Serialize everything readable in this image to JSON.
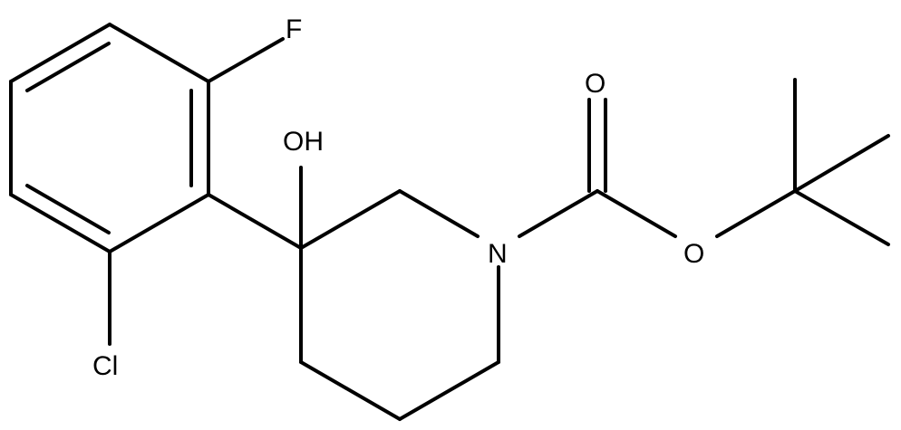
{
  "atoms": {
    "fluorine": "F",
    "chlorine": "Cl",
    "hydroxyl": "OH",
    "nitrogen": "N",
    "carbonyl_oxygen": "O",
    "ester_oxygen": "O"
  }
}
